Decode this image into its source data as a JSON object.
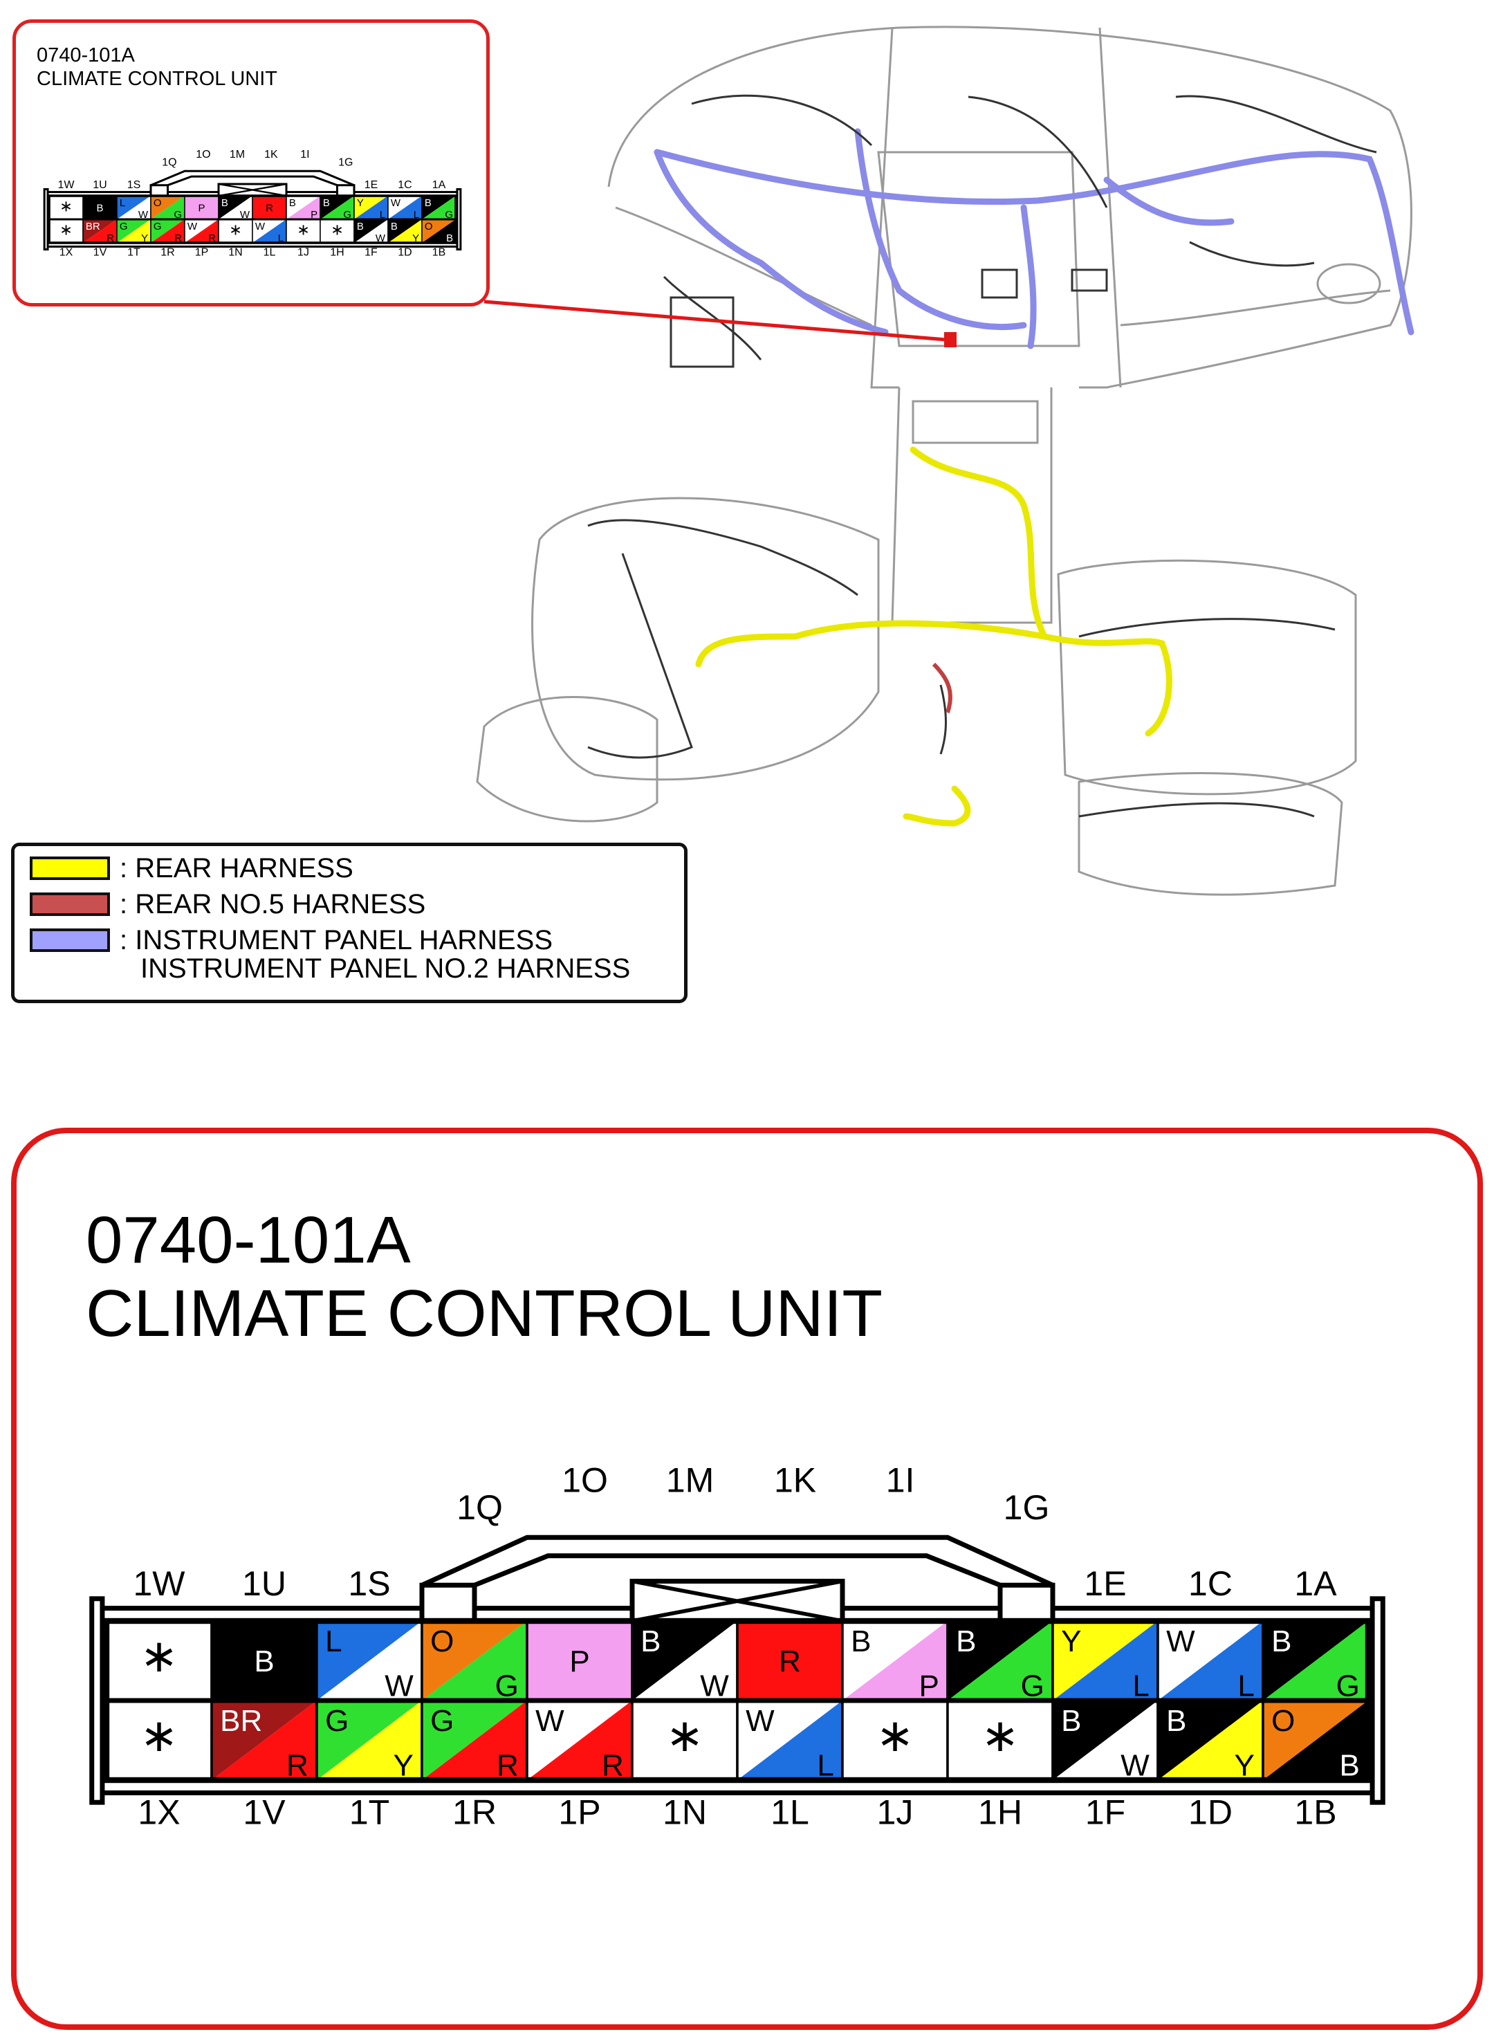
{
  "connector": {
    "part_number": "0740-101A",
    "name": "CLIMATE CONTROL UNIT",
    "top_labels": [
      "1Q",
      "1O",
      "1M",
      "1K",
      "1I",
      "1G"
    ],
    "row1_labels": [
      "1W",
      "1U",
      "1S",
      "1E",
      "1C",
      "1A"
    ],
    "row2_labels": [
      "1X",
      "1V",
      "1T",
      "1R",
      "1P",
      "1N",
      "1L",
      "1J",
      "1H",
      "1F",
      "1D",
      "1B"
    ],
    "row1_cells": [
      {
        "type": "star"
      },
      {
        "type": "solid",
        "color": "#000000",
        "text": "B",
        "text_color": "#ffffff"
      },
      {
        "type": "split",
        "tl_color": "#1e6fe0",
        "br_color": "#ffffff",
        "tl": "L",
        "br": "W"
      },
      {
        "type": "split",
        "tl_color": "#f07c10",
        "br_color": "#30e030",
        "tl": "O",
        "br": "G"
      },
      {
        "type": "solid",
        "color": "#f4a0f0",
        "text": "P",
        "text_color": "#000000"
      },
      {
        "type": "split",
        "tl_color": "#000000",
        "br_color": "#ffffff",
        "tl": "B",
        "br": "W",
        "tl_text_color": "#ffffff"
      },
      {
        "type": "solid",
        "color": "#ff1010",
        "text": "R",
        "text_color": "#000000"
      },
      {
        "type": "split",
        "tl_color": "#ffffff",
        "br_color": "#f4a0f0",
        "tl": "B",
        "br": "P"
      },
      {
        "type": "split",
        "tl_color": "#000000",
        "br_color": "#30e030",
        "tl": "B",
        "br": "G",
        "tl_text_color": "#ffffff"
      },
      {
        "type": "split",
        "tl_color": "#ffff10",
        "br_color": "#1e6fe0",
        "tl": "Y",
        "br": "L"
      },
      {
        "type": "split",
        "tl_color": "#ffffff",
        "br_color": "#1e6fe0",
        "tl": "W",
        "br": "L"
      },
      {
        "type": "split",
        "tl_color": "#000000",
        "br_color": "#30e030",
        "tl": "B",
        "br": "G",
        "tl_text_color": "#ffffff"
      }
    ],
    "row2_cells": [
      {
        "type": "star"
      },
      {
        "type": "split",
        "tl_color": "#a01818",
        "br_color": "#ff1010",
        "tl": "BR",
        "br": "R",
        "tl_text_color": "#ffffff"
      },
      {
        "type": "split",
        "tl_color": "#30e030",
        "br_color": "#ffff10",
        "tl": "G",
        "br": "Y"
      },
      {
        "type": "split",
        "tl_color": "#30e030",
        "br_color": "#ff1010",
        "tl": "G",
        "br": "R"
      },
      {
        "type": "split",
        "tl_color": "#ffffff",
        "br_color": "#ff1010",
        "tl": "W",
        "br": "R"
      },
      {
        "type": "star"
      },
      {
        "type": "split",
        "tl_color": "#ffffff",
        "br_color": "#1e6fe0",
        "tl": "W",
        "br": "L"
      },
      {
        "type": "star"
      },
      {
        "type": "star"
      },
      {
        "type": "split",
        "tl_color": "#000000",
        "br_color": "#ffffff",
        "tl": "B",
        "br": "W",
        "tl_text_color": "#ffffff"
      },
      {
        "type": "split",
        "tl_color": "#000000",
        "br_color": "#ffff10",
        "tl": "B",
        "br": "Y",
        "tl_text_color": "#ffffff"
      },
      {
        "type": "split",
        "tl_color": "#f07c10",
        "br_color": "#000000",
        "tl": "O",
        "br": "B",
        "br_text_color": "#ffffff"
      }
    ]
  },
  "legend": {
    "items": [
      {
        "label": ": REAR HARNESS",
        "color": "#ffff00"
      },
      {
        "label": ": REAR NO.5 HARNESS",
        "color": "#c85050"
      },
      {
        "label": ": INSTRUMENT PANEL HARNESS",
        "color": "#a0a0ff"
      }
    ],
    "extra_line": "INSTRUMENT PANEL NO.2 HARNESS"
  },
  "colors": {
    "frame_red": "#e01818",
    "rear_harness": "#ffff00",
    "rear_no5_harness": "#c85050",
    "instrument_panel_harness": "#a0a0ff"
  }
}
